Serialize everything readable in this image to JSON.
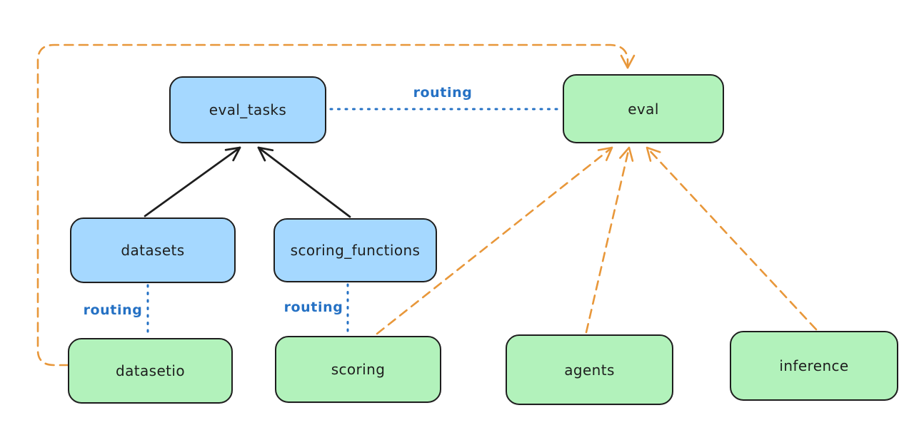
{
  "diagram": {
    "background": "#ffffff",
    "nodes": {
      "eval_tasks": {
        "label": "eval_tasks",
        "fill": "#a5d8ff"
      },
      "eval": {
        "label": "eval",
        "fill": "#b2f2bb"
      },
      "datasets": {
        "label": "datasets",
        "fill": "#a5d8ff"
      },
      "scoring_functions": {
        "label": "scoring_functions",
        "fill": "#a5d8ff"
      },
      "datasetio": {
        "label": "datasetio",
        "fill": "#b2f2bb"
      },
      "scoring": {
        "label": "scoring",
        "fill": "#b2f2bb"
      },
      "agents": {
        "label": "agents",
        "fill": "#b2f2bb"
      },
      "inference": {
        "label": "inference",
        "fill": "#b2f2bb"
      }
    },
    "edge_labels": {
      "routing_eval_tasks_eval": "routing",
      "routing_datasets_datasetio": "routing",
      "routing_scoring_functions_scoring": "routing"
    },
    "colors": {
      "blue_fill": "#a5d8ff",
      "green_fill": "#b2f2bb",
      "node_stroke": "#1e1e1e",
      "black_arrow": "#1e1e1e",
      "orange_connector": "#e8973a",
      "routing_blue": "#2571c4"
    }
  }
}
